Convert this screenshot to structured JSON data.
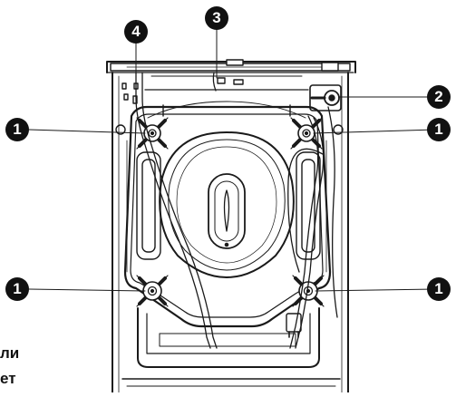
{
  "callouts": {
    "c1_top_left": "1",
    "c1_top_right": "1",
    "c1_bottom_left": "1",
    "c1_bottom_right": "1",
    "c2": "2",
    "c3": "3",
    "c4": "4"
  },
  "text_fragments": {
    "line1": "ли",
    "line2": "ет"
  },
  "colors": {
    "line": "#1a1a1a",
    "panel": "#f7f7f7",
    "callout_fill": "#111111",
    "callout_text": "#ffffff"
  }
}
